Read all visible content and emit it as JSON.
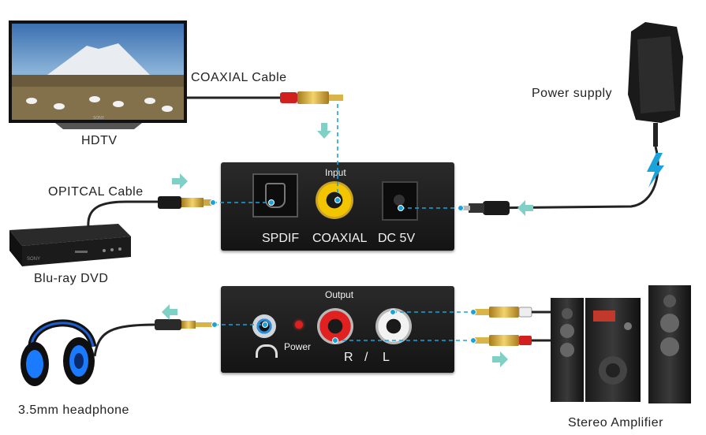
{
  "devices": {
    "hdtv": "HDTV",
    "bluray": "Blu-ray DVD",
    "headphone": "3.5mm headphone",
    "amplifier": "Stereo Amplifier",
    "power_supply": "Power supply"
  },
  "cables": {
    "coaxial": "COAXIAL Cable",
    "optical": "OPITCAL Cable"
  },
  "input_box": {
    "title": "Input",
    "ports": [
      "SPDIF",
      "COAXIAL",
      "DC 5V"
    ]
  },
  "output_box": {
    "title": "Output",
    "power": "Power",
    "r": "R",
    "sep": "/",
    "l": "L"
  },
  "tv_brand": "SONY",
  "dvd_brand": "SONY",
  "colors": {
    "signal_line": "#1aa3d9",
    "arrow": "#7fd0c5",
    "bolt": "#1aa3d9"
  }
}
